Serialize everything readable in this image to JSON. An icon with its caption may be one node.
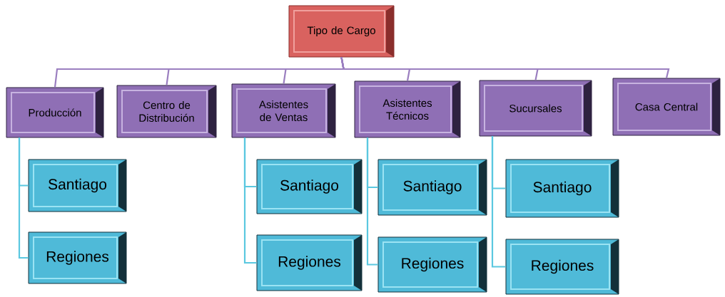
{
  "diagram": {
    "nodes": [
      {
        "text": [
          "Tipo de Cargo"
        ]
      },
      {
        "text": [
          "Producción"
        ]
      },
      {
        "text": [
          "Centro de Distribución"
        ]
      },
      {
        "text": [
          "Asistentes de Ventas"
        ]
      },
      {
        "text": [
          "Asistentes Técnicos"
        ]
      },
      {
        "text": [
          "Sucursales"
        ]
      },
      {
        "text": [
          "Casa Central"
        ]
      },
      {
        "text": [
          "Santiago"
        ]
      },
      {
        "text": [
          "Santiago"
        ]
      },
      {
        "text": [
          "Santiago"
        ]
      },
      {
        "text": [
          "Santiago"
        ]
      },
      {
        "text": [
          "Regiones"
        ]
      },
      {
        "text": [
          "Regiones"
        ]
      },
      {
        "text": [
          "Regiones"
        ]
      },
      {
        "text": [
          "Regiones"
        ]
      }
    ],
    "edges": [
      {
        "from": 0,
        "to": 1,
        "arrow": "none",
        "color": "#9b7fc0"
      },
      {
        "from": 0,
        "to": 2,
        "arrow": "none",
        "color": "#9b7fc0"
      },
      {
        "from": 0,
        "to": 3,
        "arrow": "none",
        "color": "#9b7fc0"
      },
      {
        "from": 0,
        "to": 4,
        "arrow": "none",
        "color": "#9b7fc0"
      },
      {
        "from": 0,
        "to": 5,
        "arrow": "none",
        "color": "#9b7fc0"
      },
      {
        "from": 0,
        "to": 6,
        "arrow": "none",
        "color": "#9b7fc0"
      },
      {
        "from": 1,
        "to": 7,
        "arrow": "none"
      },
      {
        "from": 1,
        "to": 11,
        "arrow": "none"
      },
      {
        "from": 3,
        "to": 8,
        "arrow": "none"
      },
      {
        "from": 3,
        "to": 12,
        "arrow": "none"
      },
      {
        "from": 4,
        "to": 9,
        "arrow": "none"
      },
      {
        "from": 4,
        "to": 13,
        "arrow": "none"
      },
      {
        "from": 5,
        "to": 10,
        "arrow": "none"
      },
      {
        "from": 5,
        "to": 14,
        "arrow": "none"
      }
    ]
  }
}
